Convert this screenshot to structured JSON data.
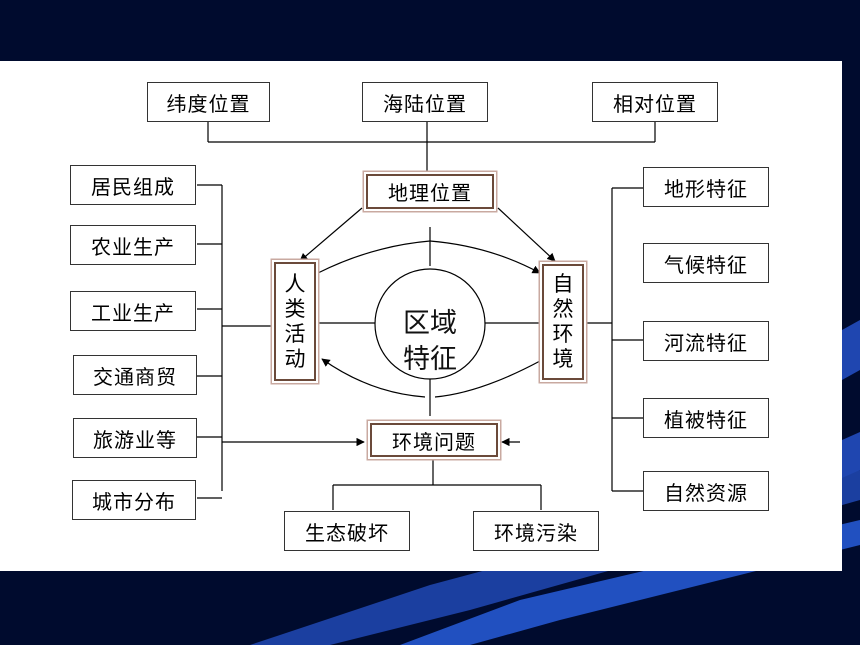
{
  "top_boxes": [
    "纬度位置",
    "海陆位置",
    "相对位置"
  ],
  "center_top": "地理位置",
  "human_activity": [
    "人",
    "类",
    "活",
    "动"
  ],
  "natural_env": [
    "自",
    "然",
    "环",
    "境"
  ],
  "core": [
    "区域",
    "特征"
  ],
  "left_boxes": [
    "居民组成",
    "农业生产",
    "工业生产",
    "交通商贸",
    "旅游业等",
    "城市分布"
  ],
  "right_boxes": [
    "地形特征",
    "气候特征",
    "河流特征",
    "植被特征",
    "自然资源"
  ],
  "problem": "环境问题",
  "bottom_boxes": [
    "生态破坏",
    "环境污染"
  ]
}
